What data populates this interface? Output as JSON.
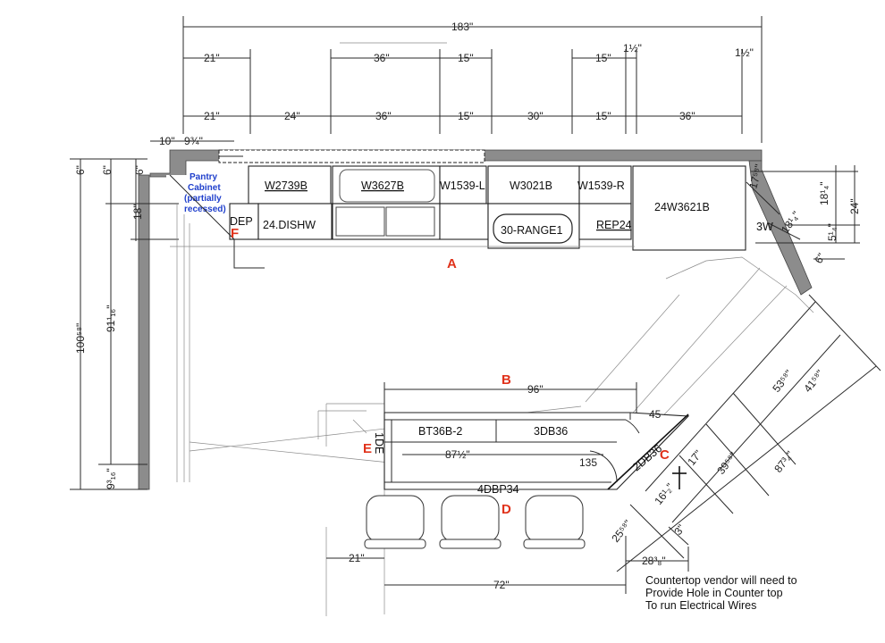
{
  "dimensions_top": {
    "overall": "183\"",
    "row1": [
      "21\"",
      "36\"",
      "15\"",
      "15\"",
      "1½\"",
      "1½\""
    ],
    "row2": [
      "21\"",
      "24\"",
      "36\"",
      "15\"",
      "30\"",
      "15\"",
      "36\""
    ],
    "corner": [
      "10\"",
      "9¾\""
    ]
  },
  "dimensions_left": {
    "outer": [
      "6\"",
      "6\"",
      "6\""
    ],
    "side": "18\"",
    "height_a": "100⁵⁸\"",
    "height_b": "91¹₁₆\"",
    "bottom": "9³₁₆\""
  },
  "dimensions_right": {
    "r1": "18¹₄\"",
    "r2": "24\"",
    "r3": "5¹₄\"",
    "r4": "6\"",
    "r5": "17⁵⁸\"",
    "r6": "18¹₄\""
  },
  "dimensions_island": {
    "width": "96\"",
    "inner": "87½\"",
    "angle_a": "45",
    "angle_b": "135",
    "bottom_left": "21\"",
    "bottom": "72\"",
    "right_bottom": "28³₈\""
  },
  "dimensions_diagonal": {
    "d1": "53⁵⁸\"",
    "d2": "41⁵⁸\"",
    "d3": "87³₄\"",
    "d4": "39⁵⁸\"",
    "d5": "17\"",
    "d6": "16¹₂\"",
    "d7": "25⁵⁸\"",
    "d8": "3\""
  },
  "cabinets_upper": [
    "W2739B",
    "W3627B",
    "W1539-L",
    "W3021B",
    "W1539-R",
    "24W3621B"
  ],
  "cabinets_lower": [
    "DEP",
    "24.DISHW",
    "30-RANGE1",
    "REP24",
    "3W"
  ],
  "island_cabinets": [
    "BT36B-2",
    "3DB36",
    "2DB36",
    "4DBP34",
    "1DE"
  ],
  "pantry_label": [
    "Pantry",
    "Cabinet",
    "(partially",
    "recessed)"
  ],
  "markers": {
    "a": "A",
    "b": "B",
    "c": "C",
    "d": "D",
    "e": "E",
    "f": "F"
  },
  "note_lines": [
    "Countertop vendor will need to",
    "Provide Hole in Counter top",
    "To run Electrical Wires"
  ]
}
